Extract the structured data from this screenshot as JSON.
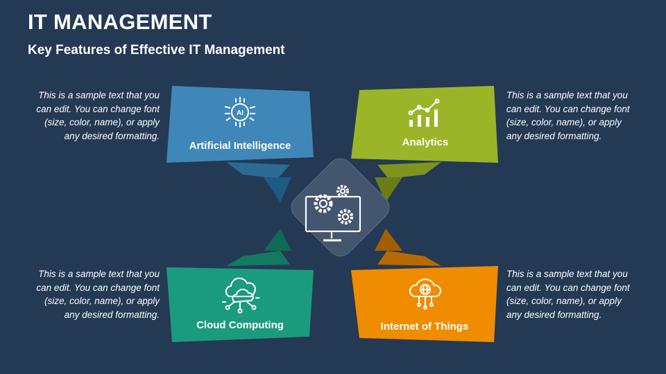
{
  "header": {
    "title": "IT MANAGEMENT",
    "subtitle": "Key Features of Effective IT Management"
  },
  "colors": {
    "background": "#243954",
    "ai": "#3f87b8",
    "analytics": "#9bb528",
    "cloud": "#1b9b7e",
    "iot": "#f08c00",
    "center": "#44566e"
  },
  "center": {
    "icon": "monitor-gears-icon"
  },
  "features": [
    {
      "id": "ai",
      "label": "Artificial Intelligence",
      "icon": "ai-chip-icon",
      "description": "This is a sample text that you can edit. You can change font (size, color, name), or apply any desired formatting."
    },
    {
      "id": "analytics",
      "label": "Analytics",
      "icon": "bar-chart-icon",
      "description": "This is a sample text that you can edit. You can change font (size, color, name), or apply any desired formatting."
    },
    {
      "id": "cloud",
      "label": "Cloud Computing",
      "icon": "cloud-network-icon",
      "description": "This is a sample text that you can edit. You can change font (size, color, name), or apply any desired formatting."
    },
    {
      "id": "iot",
      "label": "Internet of Things",
      "icon": "cloud-globe-icon",
      "description": "This is a sample text that you can edit. You can change font (size, color, name), or apply any desired formatting."
    }
  ]
}
